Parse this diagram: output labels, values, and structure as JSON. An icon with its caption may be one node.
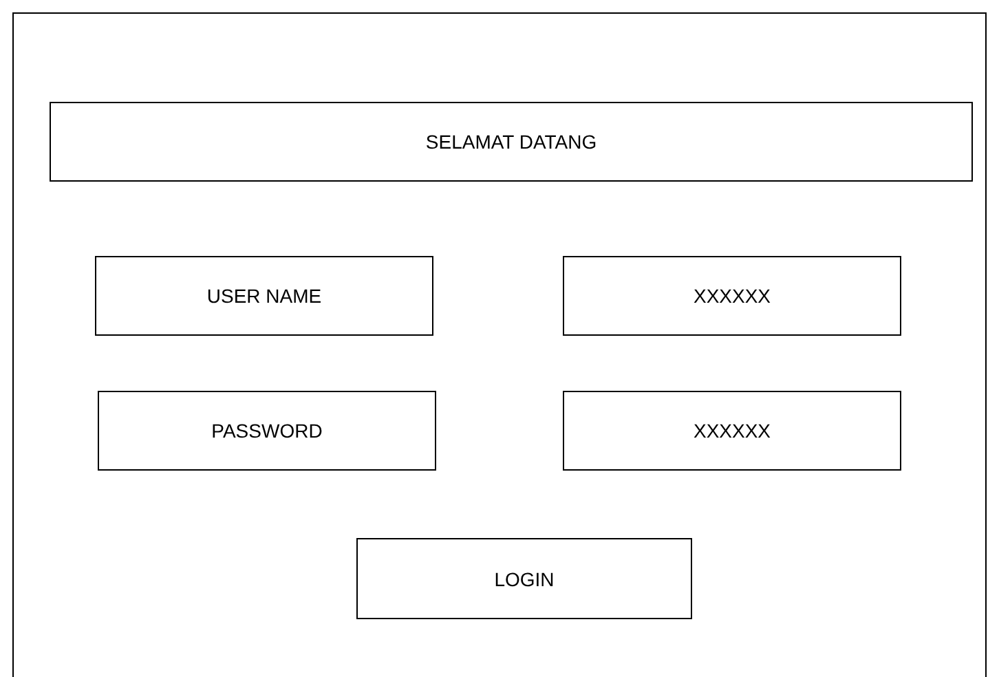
{
  "diagram": {
    "nodes": [
      {
        "text": [],
        "shape": "box"
      },
      {
        "text": [
          "SELAMAT DATANG"
        ],
        "in": 0
      },
      {
        "text": [
          "USER NAME"
        ],
        "in": 0
      },
      {
        "text": [
          "XXXXXX"
        ],
        "in": 0
      },
      {
        "text": [
          "PASSWORD"
        ],
        "in": 0
      },
      {
        "text": [
          "XXXXXX"
        ],
        "in": 0
      },
      {
        "text": [
          "LOGIN"
        ],
        "in": 0
      }
    ]
  }
}
